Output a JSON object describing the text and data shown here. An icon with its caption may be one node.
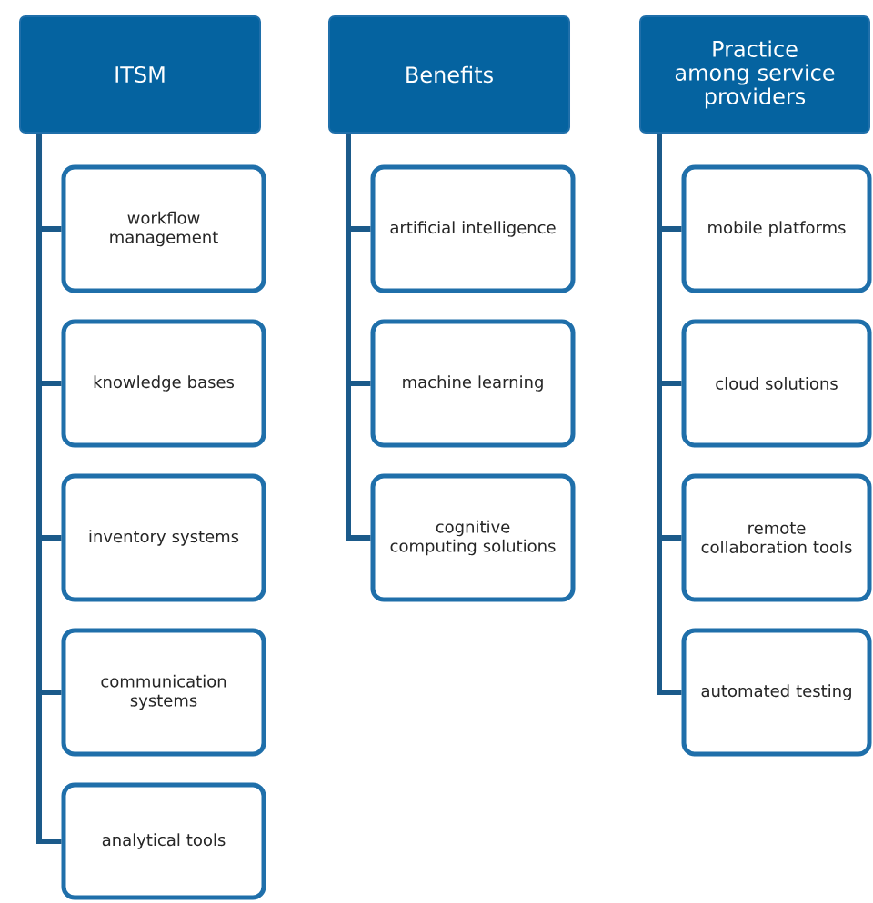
{
  "diagram": {
    "nodes": [
      {
        "text": [
          "ITSM"
        ]
      },
      {
        "text": [
          "workflow management"
        ]
      },
      {
        "text": [
          "knowledge bases"
        ]
      },
      {
        "text": [
          "inventory systems"
        ]
      },
      {
        "text": [
          "communication systems"
        ]
      },
      {
        "text": [
          "analytical tools"
        ]
      },
      {
        "text": [
          "Benefits"
        ]
      },
      {
        "text": [
          "artificial intelligence"
        ]
      },
      {
        "text": [
          "machine learning"
        ]
      },
      {
        "text": [
          "cognitive computing solutions"
        ]
      },
      {
        "text": [
          "Practice among service providers"
        ]
      },
      {
        "text": [
          "mobile platforms"
        ]
      },
      {
        "text": [
          "cloud solutions"
        ]
      },
      {
        "text": [
          "remote collaboration tools"
        ]
      },
      {
        "text": [
          "automated testing"
        ]
      }
    ],
    "edges": [
      {
        "from": 0,
        "to": 1,
        "arrow": "none"
      },
      {
        "from": 0,
        "to": 2,
        "arrow": "none"
      },
      {
        "from": 0,
        "to": 3,
        "arrow": "none"
      },
      {
        "from": 0,
        "to": 4,
        "arrow": "none"
      },
      {
        "from": 0,
        "to": 5,
        "arrow": "none"
      },
      {
        "from": 6,
        "to": 7,
        "arrow": "none"
      },
      {
        "from": 6,
        "to": 8,
        "arrow": "none"
      },
      {
        "from": 6,
        "to": 9,
        "arrow": "none"
      },
      {
        "from": 10,
        "to": 11,
        "arrow": "none"
      },
      {
        "from": 10,
        "to": 12,
        "arrow": "none"
      },
      {
        "from": 10,
        "to": 13,
        "arrow": "none"
      },
      {
        "from": 10,
        "to": 14,
        "arrow": "none"
      }
    ]
  }
}
